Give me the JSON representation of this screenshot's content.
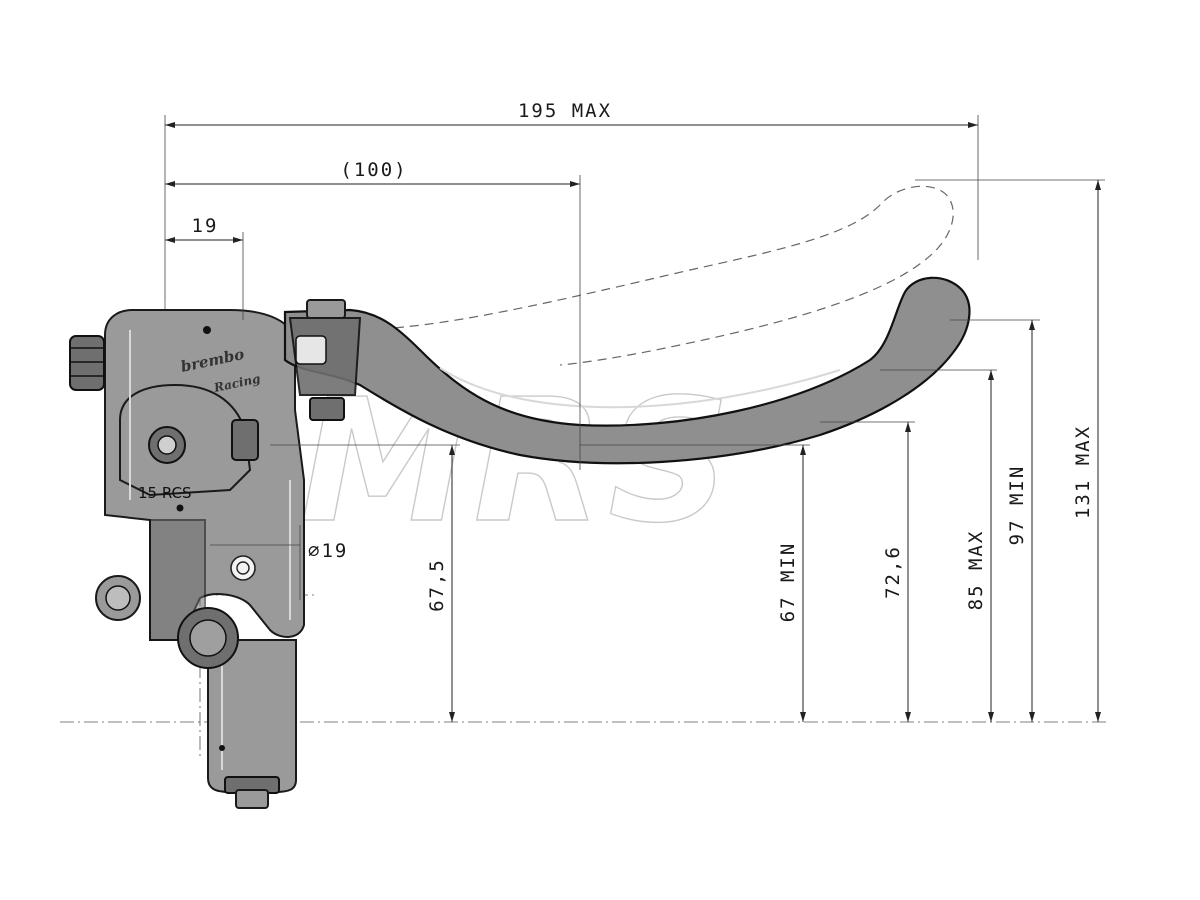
{
  "watermark": {
    "text": "MRS"
  },
  "dimensions": {
    "overall_length": "195 MAX",
    "pivot_reference": "(100)",
    "offset": "19",
    "bore_diameter": "⌀19",
    "height_a": "67,5",
    "height_lever_min": "67 MIN",
    "height_b": "72,6",
    "height_lever_max": "85 MAX",
    "height_tip_min": "97 MIN",
    "height_tip_max": "131 MAX"
  },
  "part": {
    "model_label": "15 RCS",
    "brand_logo": "brembo",
    "brand_sub": "Racing"
  },
  "colors": {
    "body": "#9a9a9a",
    "lever": "#8f8f8f",
    "line": "#222222",
    "watermark": "#c9c9c9"
  }
}
